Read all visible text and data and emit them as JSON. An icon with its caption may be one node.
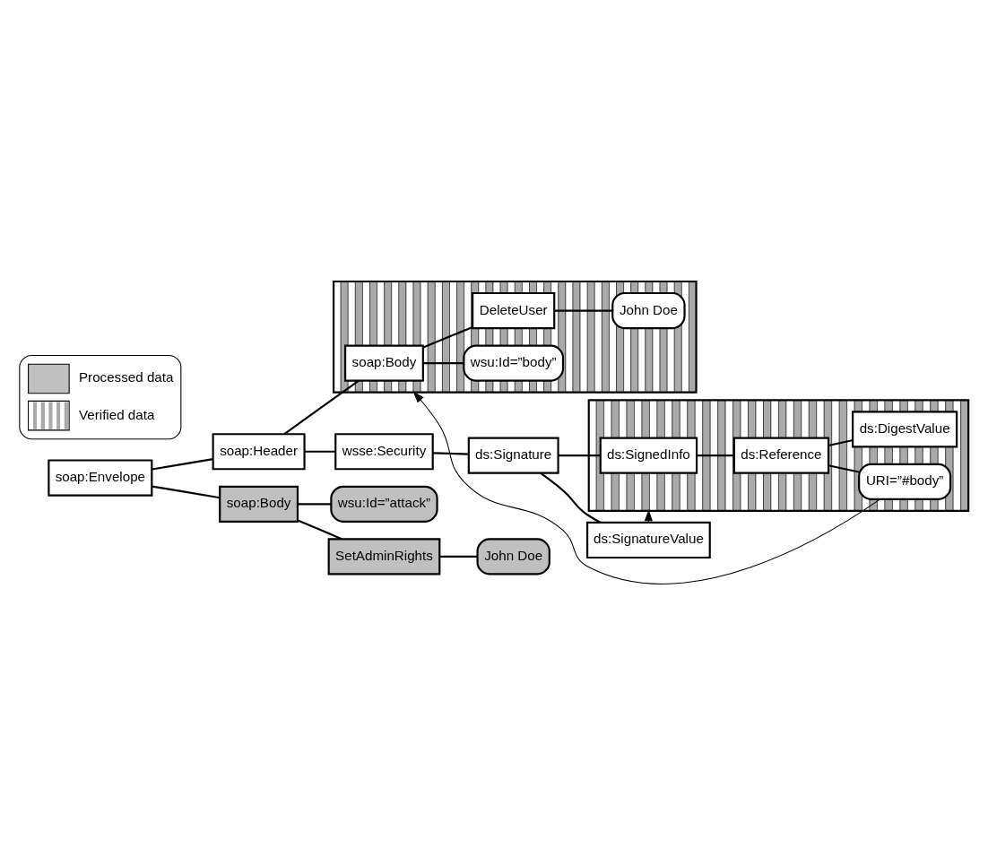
{
  "diagram": {
    "nodes": [
      {
        "text": [
          "soap:Envelope"
        ]
      },
      {
        "text": [
          "soap:Header"
        ]
      },
      {
        "text": [
          "wsse:Security"
        ]
      },
      {
        "text": [
          "ds:Signature"
        ]
      },
      {
        "text": [],
        "shape": "box"
      },
      {
        "text": [
          "ds:SignedInfo"
        ],
        "in": 4
      },
      {
        "text": [
          "ds:Reference"
        ],
        "in": 4
      },
      {
        "text": [
          "URI=”#body”"
        ],
        "in": 4
      },
      {
        "text": [
          "ds:DigestValue"
        ],
        "in": 4
      },
      {
        "text": [
          "ds:SignatureValue"
        ]
      },
      {
        "text": [],
        "shape": "box"
      },
      {
        "text": [
          "soap:Body"
        ],
        "in": 10
      },
      {
        "text": [
          "wsu:Id=”body”"
        ],
        "in": 10
      },
      {
        "text": [
          "DeleteUser"
        ],
        "in": 10
      },
      {
        "text": [
          "John Doe"
        ],
        "in": 10
      },
      {
        "text": [
          "soap:Body"
        ]
      },
      {
        "text": [
          "wsu:Id=”attack”"
        ]
      },
      {
        "text": [
          "SetAdminRights"
        ]
      },
      {
        "text": [
          "John Doe"
        ]
      }
    ],
    "edges": [
      {
        "from": 0,
        "to": 1,
        "arrow": "none"
      },
      {
        "from": 1,
        "to": 2,
        "arrow": "none"
      },
      {
        "from": 2,
        "to": 3,
        "arrow": "none"
      },
      {
        "from": 3,
        "to": 5,
        "arrow": "none"
      },
      {
        "from": 5,
        "to": 6,
        "arrow": "none"
      },
      {
        "from": 6,
        "to": 7,
        "arrow": "none"
      },
      {
        "from": 6,
        "to": 8,
        "arrow": "none"
      },
      {
        "from": 3,
        "to": 9,
        "arrow": "none"
      },
      {
        "from": 7,
        "to": 10,
        "arrow": "to"
      },
      {
        "from": 9,
        "to": 4,
        "arrow": "to"
      },
      {
        "from": 1,
        "to": 11,
        "arrow": "none"
      },
      {
        "from": 11,
        "to": 12,
        "arrow": "none"
      },
      {
        "from": 11,
        "to": 13,
        "arrow": "none"
      },
      {
        "from": 13,
        "to": 14,
        "arrow": "none"
      },
      {
        "from": 0,
        "to": 15,
        "arrow": "none"
      },
      {
        "from": 15,
        "to": 16,
        "arrow": "none"
      },
      {
        "from": 15,
        "to": 17,
        "arrow": "none"
      },
      {
        "from": 17,
        "to": 18,
        "arrow": "none"
      }
    ],
    "legend": [
      {
        "text": "Processed data",
        "color": "#c0c0c0"
      },
      {
        "text": "Verified data"
      }
    ]
  }
}
